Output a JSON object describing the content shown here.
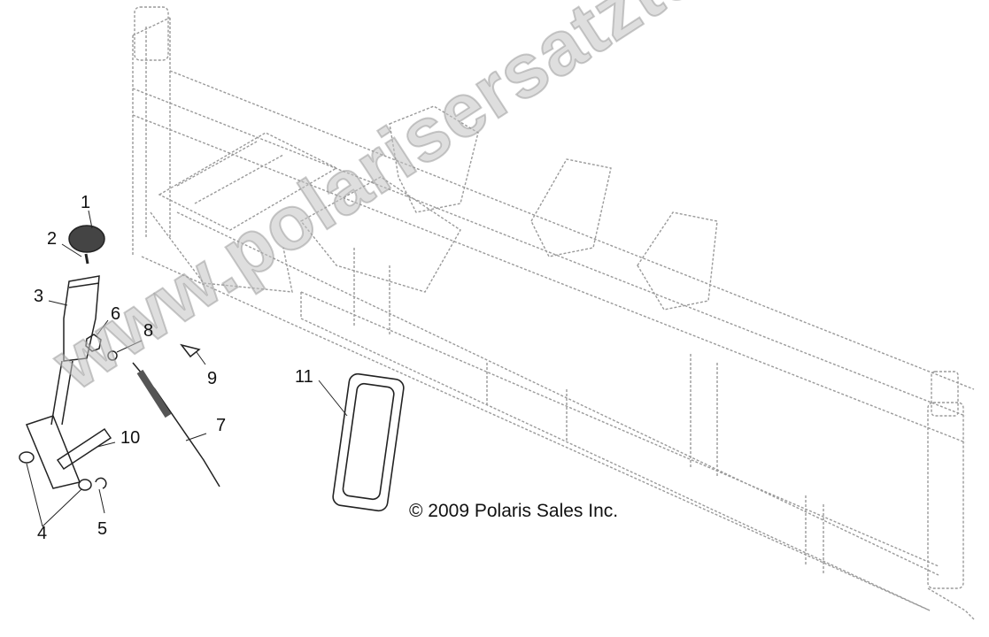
{
  "diagram": {
    "callouts": [
      "1",
      "2",
      "3",
      "4",
      "5",
      "6",
      "7",
      "8",
      "9",
      "10",
      "11"
    ],
    "copyright": "© 2009 Polaris Sales Inc.",
    "watermark": "www.polarisersatzteile.de",
    "colors": {
      "line": "#222222",
      "frame": "#9a9a9a",
      "watermark": "#c8c8c8"
    }
  }
}
